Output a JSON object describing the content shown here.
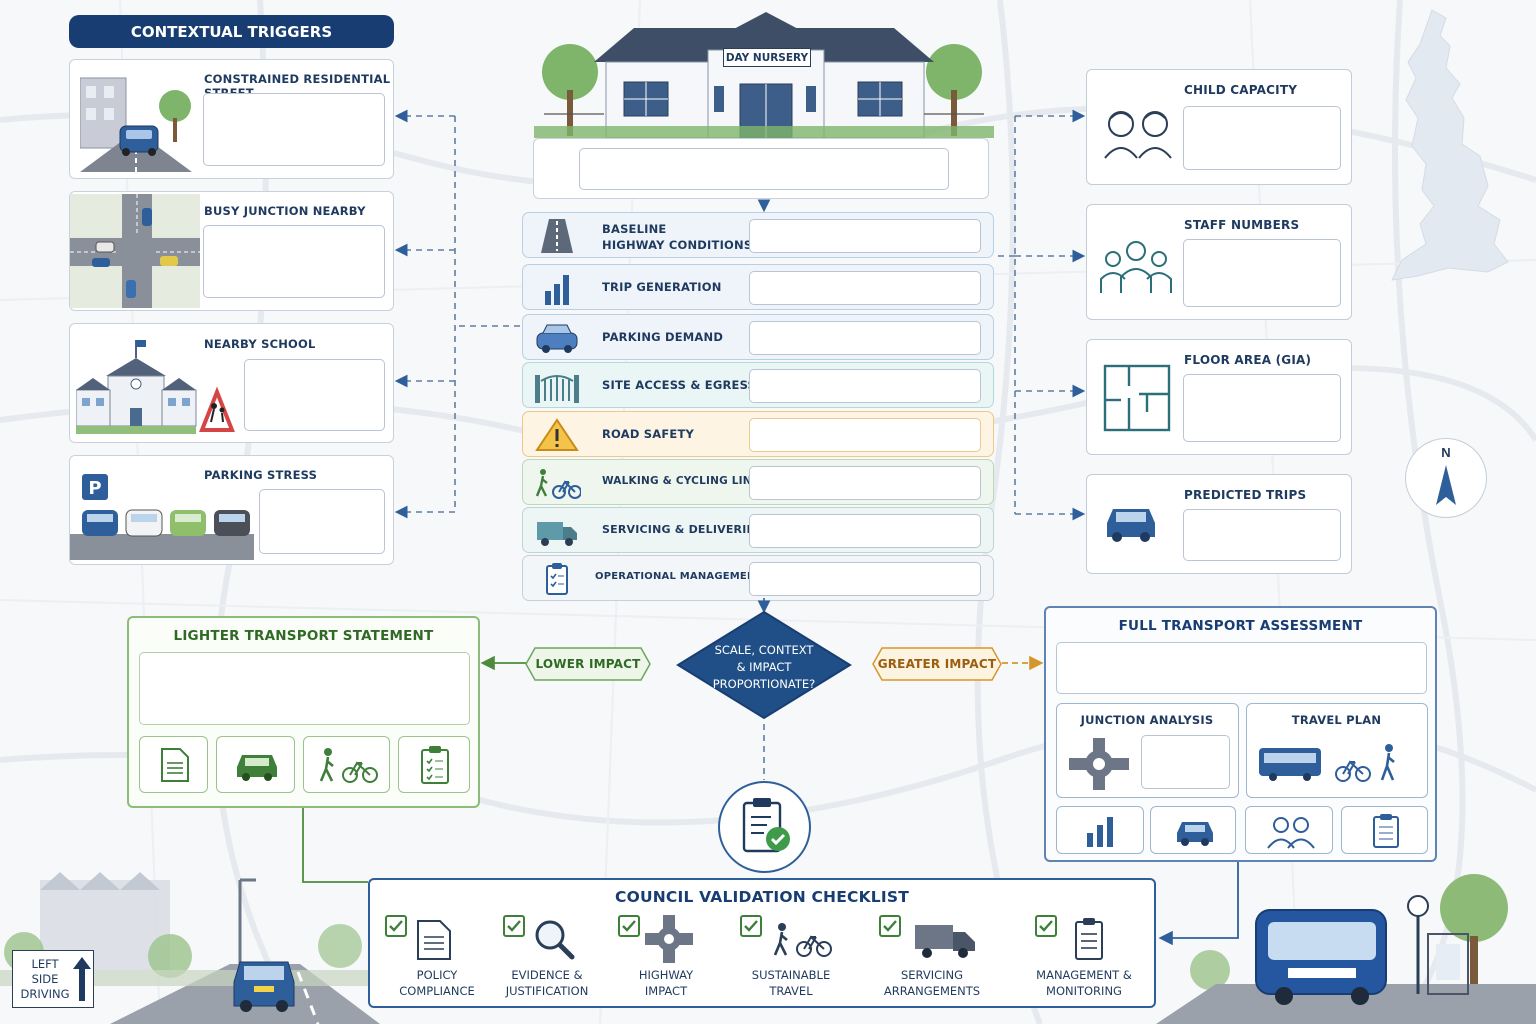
{
  "triggers": {
    "title": "CONTEXTUAL TRIGGERS",
    "items": [
      {
        "label": "CONSTRAINED RESIDENTIAL STREET"
      },
      {
        "label": "BUSY JUNCTION NEARBY"
      },
      {
        "label": "NEARBY SCHOOL"
      },
      {
        "label": "PARKING STRESS"
      }
    ]
  },
  "building": {
    "sign": "DAY NURSERY"
  },
  "assessment_rows": [
    {
      "label_line1": "BASELINE",
      "label_line2": "HIGHWAY CONDITIONS",
      "icon": "road-icon",
      "color": "#eef4fa"
    },
    {
      "label": "TRIP GENERATION",
      "icon": "bar-chart-icon",
      "color": "#eef4fa"
    },
    {
      "label": "PARKING DEMAND",
      "icon": "car-icon",
      "color": "#eef4fa"
    },
    {
      "label": "SITE ACCESS & EGRESS",
      "icon": "gate-icon",
      "color": "#eaf5f5"
    },
    {
      "label": "ROAD SAFETY",
      "icon": "warning-icon",
      "color": "#fdf4e3"
    },
    {
      "label": "WALKING & CYCLING LINKS",
      "icon": "walk-cycle-icon",
      "color": "#eef6ee"
    },
    {
      "label": "SERVICING & DELIVERIES",
      "icon": "truck-icon",
      "color": "#eef6f5"
    },
    {
      "label": "OPERATIONAL MANAGEMENT",
      "icon": "clipboard-icon",
      "color": "#f3f6f9"
    }
  ],
  "metrics": [
    {
      "label": "CHILD CAPACITY",
      "icon": "children-icon"
    },
    {
      "label": "STAFF NUMBERS",
      "icon": "staff-icon"
    },
    {
      "label": "FLOOR AREA (GIA)",
      "icon": "floor-plan-icon"
    },
    {
      "label": "PREDICTED TRIPS",
      "icon": "car-icon"
    }
  ],
  "decision": {
    "line1": "SCALE, CONTEXT",
    "line2": "& IMPACT",
    "line3": "PROPORTIONATE?",
    "lower": "LOWER IMPACT",
    "greater": "GREATER IMPACT"
  },
  "lighter": {
    "title": "LIGHTER TRANSPORT STATEMENT"
  },
  "full": {
    "title": "FULL TRANSPORT ASSESSMENT",
    "junction": "JUNCTION ANALYSIS",
    "travel_plan": "TRAVEL PLAN"
  },
  "checklist": {
    "title": "COUNCIL VALIDATION CHECKLIST",
    "items": [
      {
        "line1": "POLICY",
        "line2": "COMPLIANCE",
        "icon": "document-icon"
      },
      {
        "line1": "EVIDENCE &",
        "line2": "JUSTIFICATION",
        "icon": "magnifier-icon"
      },
      {
        "line1": "HIGHWAY",
        "line2": "IMPACT",
        "icon": "junction-icon"
      },
      {
        "line1": "SUSTAINABLE",
        "line2": "TRAVEL",
        "icon": "walk-cycle-icon"
      },
      {
        "line1": "SERVICING",
        "line2": "ARRANGEMENTS",
        "icon": "truck-icon"
      },
      {
        "line1": "MANAGEMENT &",
        "line2": "MONITORING",
        "icon": "clipboard-icon"
      }
    ]
  },
  "compass": {
    "north": "N"
  },
  "left_side": {
    "line1": "LEFT",
    "line2": "SIDE",
    "line3": "DRIVING"
  },
  "colors": {
    "navy": "#173d73",
    "blue": "#2f5f9a",
    "green": "#5a9a46",
    "amber": "#d6962e",
    "border": "#c8d2de"
  }
}
